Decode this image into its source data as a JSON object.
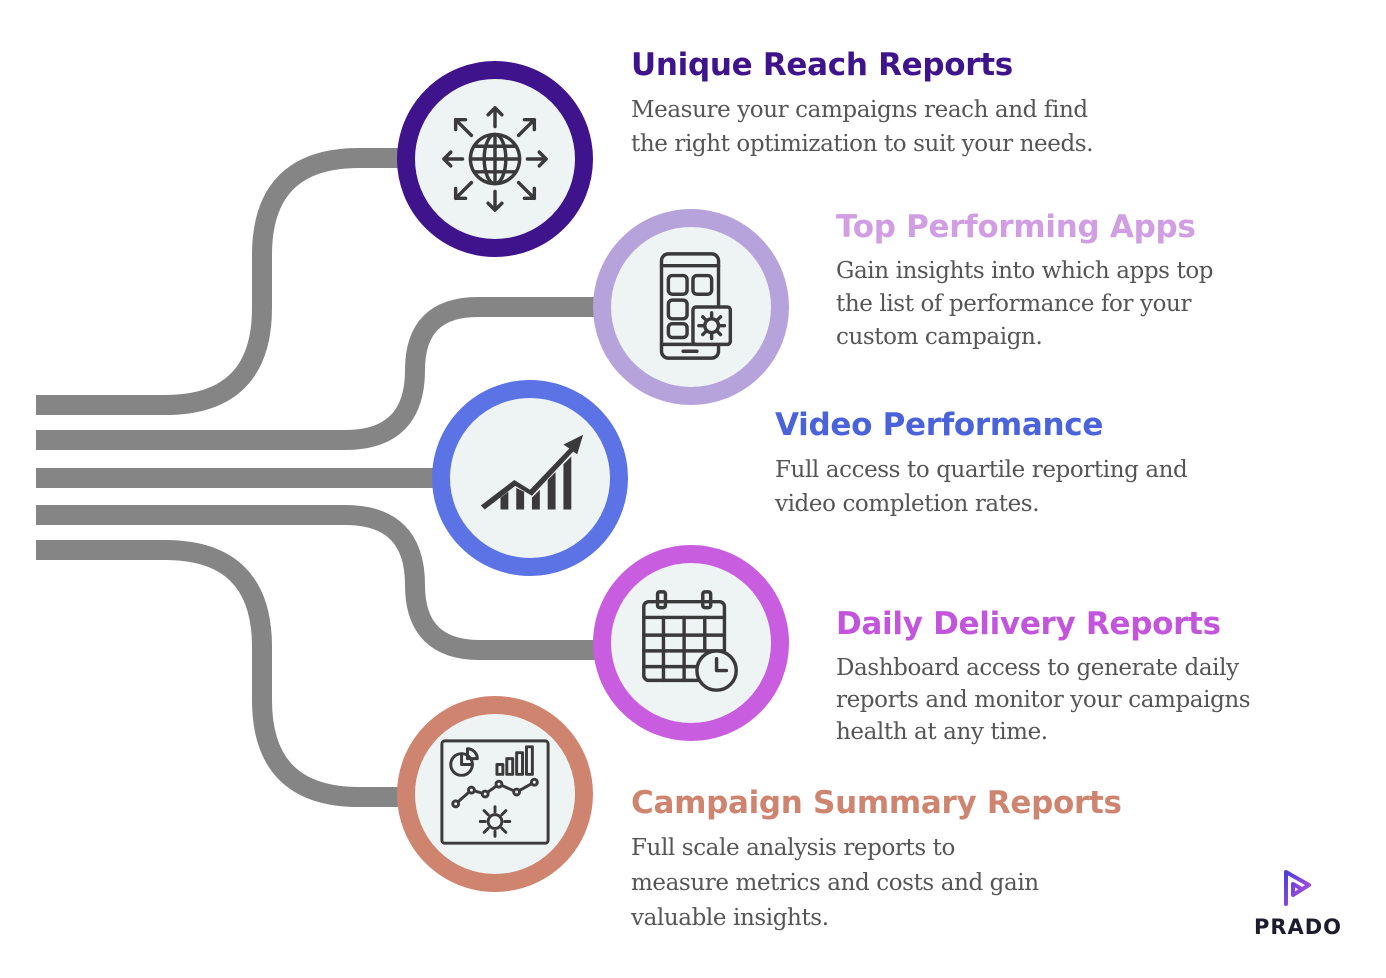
{
  "colors": {
    "connector": "#858585",
    "unique_reach": "#3e138b",
    "top_apps": "#b6a3db",
    "video": "#5b73e4",
    "daily": "#c95de0",
    "summary": "#cf8470",
    "icon": "#3a3a3a",
    "body_text": "#555555"
  },
  "items": [
    {
      "id": "unique-reach",
      "icon": "globe-arrows-icon",
      "title": "Unique Reach Reports",
      "lines": [
        "Measure your campaigns reach and find",
        "the right optimization to suit your needs."
      ]
    },
    {
      "id": "top-apps",
      "icon": "mobile-apps-gear-icon",
      "title": "Top Performing Apps",
      "lines": [
        "Gain insights into which apps top",
        "the list of performance for your",
        "custom campaign."
      ]
    },
    {
      "id": "video",
      "icon": "growth-chart-icon",
      "title": "Video Performance",
      "lines": [
        "Full access to quartile reporting and",
        "video completion rates."
      ]
    },
    {
      "id": "daily",
      "icon": "calendar-clock-icon",
      "title": "Daily Delivery Reports",
      "lines": [
        "Dashboard access to generate daily",
        "reports and monitor your campaigns",
        "health at any time."
      ]
    },
    {
      "id": "summary",
      "icon": "analytics-dashboard-icon",
      "title": "Campaign Summary Reports",
      "lines": [
        "Full scale analysis reports to",
        "measure metrics and costs and gain",
        "valuable insights."
      ]
    }
  ],
  "brand": {
    "name": "PRADO",
    "icon": "prado-logo-icon"
  }
}
